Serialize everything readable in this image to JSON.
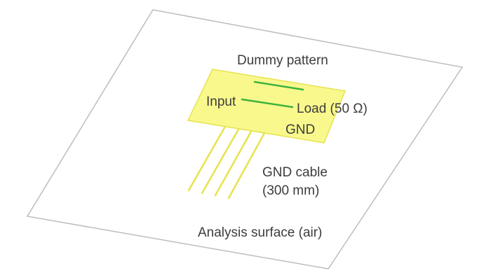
{
  "diagram": {
    "labels": {
      "dummy_pattern": "Dummy pattern",
      "input": "Input",
      "load": "Load (50 Ω)",
      "gnd": "GND",
      "gnd_cable_line1": "GND cable",
      "gnd_cable_line2": "(300 mm)",
      "analysis_surface": "Analysis surface (air)"
    },
    "colors": {
      "surface_outline": "#bdbdbd",
      "board_fill": "#f9f88d",
      "board_stroke": "#e6e34f",
      "trace_green": "#3cb33c",
      "cable_yellow": "#e6e34f",
      "text": "#3c3c3c"
    }
  }
}
